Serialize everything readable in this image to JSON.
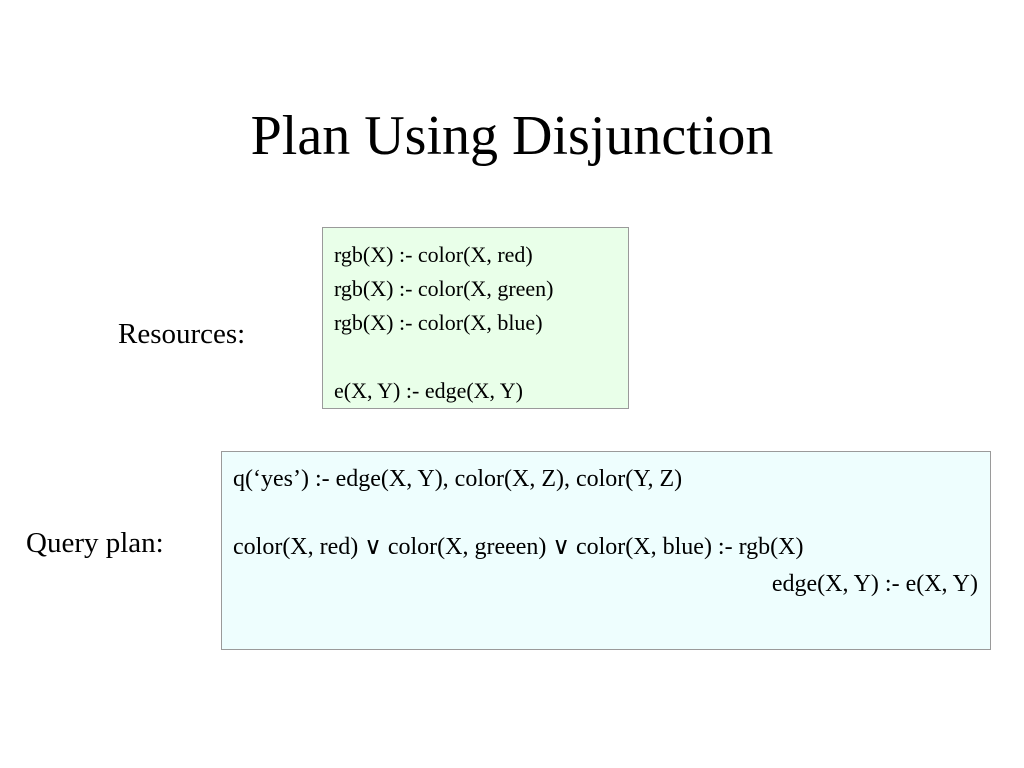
{
  "slide": {
    "title": "Plan Using Disjunction",
    "background": "#ffffff"
  },
  "resources": {
    "label": "Resources:",
    "box_color": "#e9ffe9",
    "rules": [
      "rgb(X) :- color(X, red)",
      "rgb(X) :- color(X, green)",
      "rgb(X) :- color(X, blue)",
      "e(X, Y) :- edge(X, Y)"
    ]
  },
  "query_plan": {
    "label": "Query plan:",
    "box_color": "#eefefe",
    "rules": [
      "q(‘yes’) :- edge(X, Y), color(X, Z), color(Y, Z)",
      "color(X, red) ∨ color(X, greeen) ∨ color(X, blue) :- rgb(X)",
      "edge(X, Y) :- e(X, Y)"
    ]
  }
}
